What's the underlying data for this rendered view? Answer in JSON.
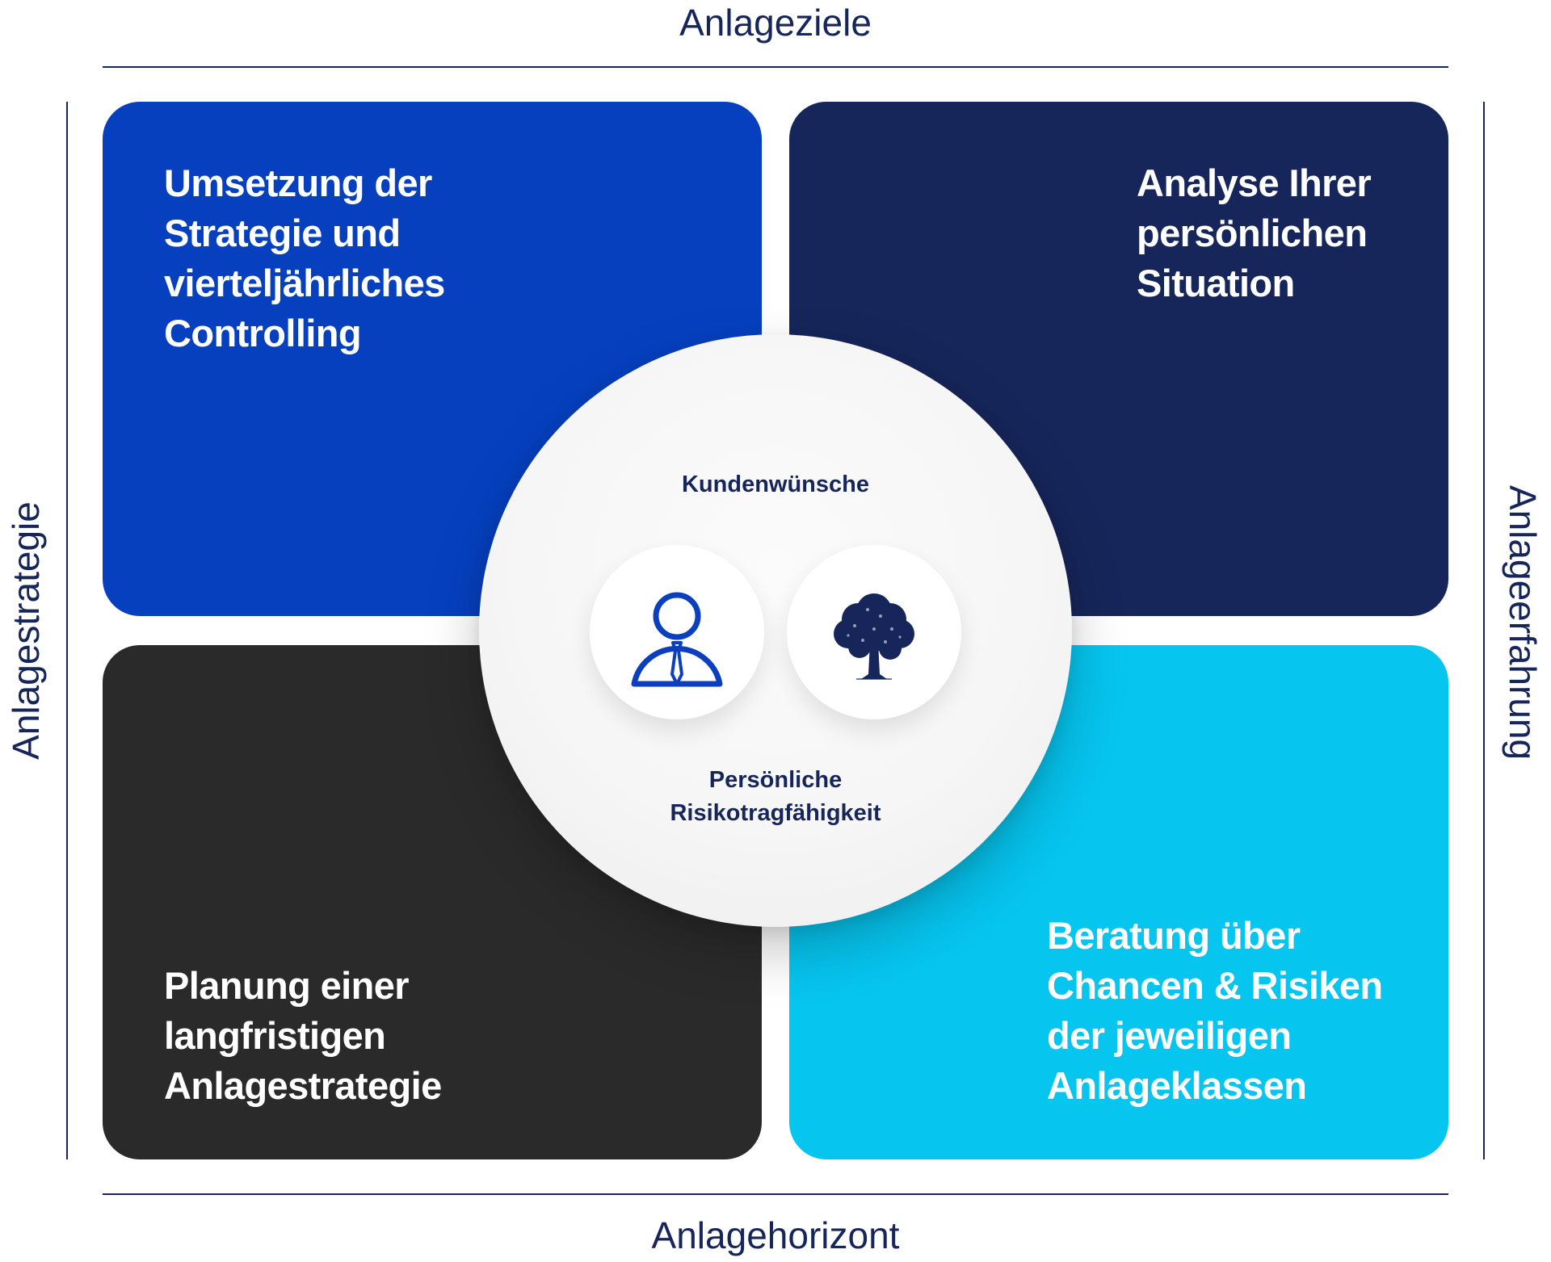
{
  "axes": {
    "top": "Anlageziele",
    "bottom": "Anlagehorizont",
    "left": "Anlagestrategie",
    "right": "Anlageerfahrung"
  },
  "colors": {
    "navy": "#16265A",
    "card_top_left": "#0640BF",
    "card_top_right": "#16265A",
    "card_bottom_left": "#2A2A2A",
    "card_bottom_right": "#06C5EF",
    "icon_person": "#0B3FBE",
    "icon_tree": "#16265A"
  },
  "cards": {
    "top_left": {
      "lines": [
        "Umsetzung der",
        "Strategie und",
        "vierteljährliches",
        "Controlling"
      ]
    },
    "top_right": {
      "lines": [
        "Analyse Ihrer",
        "persönlichen",
        "Situation"
      ]
    },
    "bottom_left": {
      "lines": [
        "Planung einer",
        "langfristigen",
        "Anlagestrategie"
      ]
    },
    "bottom_right": {
      "lines": [
        "Beratung über",
        "Chancen & Risiken",
        "der jeweiligen",
        "Anlageklassen"
      ]
    }
  },
  "center": {
    "top_label": "Kundenwünsche",
    "bottom_label_lines": [
      "Persönliche",
      "Risikotragfähigkeit"
    ],
    "icons": [
      "person-icon",
      "tree-icon"
    ]
  }
}
